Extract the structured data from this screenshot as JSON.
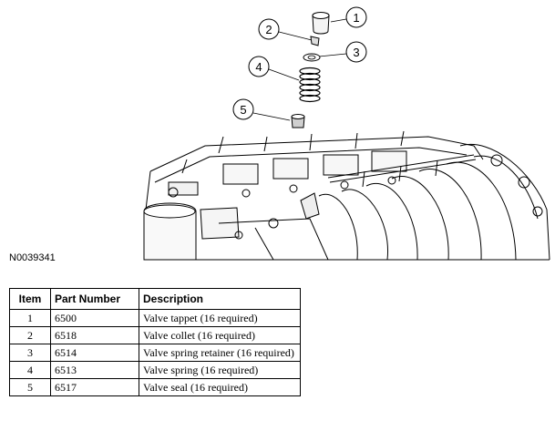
{
  "figure": {
    "id": "N0039341",
    "callouts": [
      "1",
      "2",
      "3",
      "4",
      "5"
    ]
  },
  "table": {
    "headers": {
      "item": "Item",
      "part_number": "Part Number",
      "description": "Description"
    },
    "rows": [
      {
        "item": "1",
        "part_number": "6500",
        "description": "Valve tappet (16 required)"
      },
      {
        "item": "2",
        "part_number": "6518",
        "description": "Valve collet (16 required)"
      },
      {
        "item": "3",
        "part_number": "6514",
        "description": "Valve spring retainer (16 required)"
      },
      {
        "item": "4",
        "part_number": "6513",
        "description": "Valve spring (16 required)"
      },
      {
        "item": "5",
        "part_number": "6517",
        "description": "Valve seal (16 required)"
      }
    ]
  }
}
